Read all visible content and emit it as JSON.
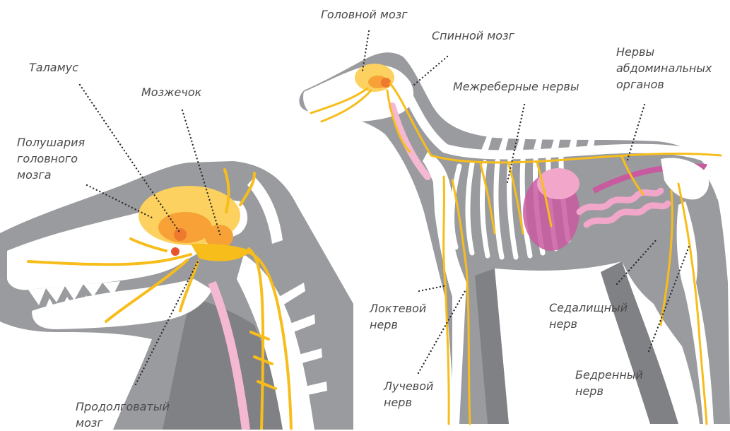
{
  "labels": {
    "thalamus": "Таламус",
    "cerebellum": "Мозжечок",
    "hemispheres": [
      "Полушария",
      "головного",
      "мозга"
    ],
    "medulla": [
      "Продолговатый",
      "мозг"
    ],
    "brain": "Головной мозг",
    "spinal_cord": "Спинной мозг",
    "intercostal": "Межреберные нервы",
    "abdominal": [
      "Нервы",
      "абдоминальных",
      "органов"
    ],
    "ulnar": [
      "Локтевой",
      "нерв"
    ],
    "radial": [
      "Лучевой",
      "нерв"
    ],
    "sciatic": [
      "Седалищный",
      "нерв"
    ],
    "femoral": [
      "Бедренный",
      "нерв"
    ]
  },
  "colors": {
    "body": "#9a9b9e",
    "body_dark": "#808184",
    "bone": "#ffffff",
    "nerve": "#f7bd1b",
    "brain": "#fdd15f",
    "brain_deep": "#f7a136",
    "spine_pink": "#f4b8d3",
    "organ_pink": "#f2a6c9",
    "organ_magenta": "#c85aa0",
    "label_text": "#4b4b4d",
    "leader": "#2b2b2b"
  }
}
